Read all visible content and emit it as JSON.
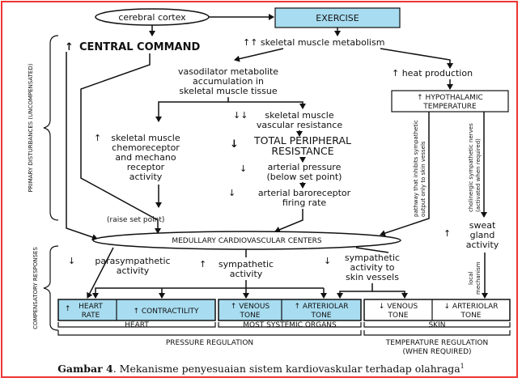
{
  "nodes": {
    "cerebral_cortex": "cerebral cortex",
    "exercise": "EXERCISE",
    "central_command": "CENTRAL COMMAND",
    "central_command_arrow": "↑",
    "skel_metab": "↑↑ skeletal muscle metabolism",
    "vasodilator_1": "vasodilator metabolite",
    "vasodilator_2": "accumulation in",
    "vasodilator_3": "skeletal muscle tissue",
    "heat_production": "↑  heat production",
    "hypothalamic_1": "↑  HYPOTHALAMIC",
    "hypothalamic_2": "TEMPERATURE",
    "chemo_arrow": "↑",
    "chemo_1": "skeletal muscle",
    "chemo_2": "chemoreceptor",
    "chemo_3": "and mechano",
    "chemo_4": "receptor",
    "chemo_5": "activity",
    "svr_arrow": "↓↓",
    "svr_1": "skeletal muscle",
    "svr_2": "vascular resistance",
    "tpr_arrow": "↓",
    "tpr_1": "TOTAL PERIPHERAL",
    "tpr_2": "RESISTANCE",
    "ap_arrow": "↓",
    "ap_1": "arterial pressure",
    "ap_2": "(below set point)",
    "baro_arrow": "↓",
    "baro_1": "arterial baroreceptor",
    "baro_2": "firing rate",
    "raise_set_point": "(raise set point)",
    "sympath_inhibit_1": "pathway that inhibits sympathetic",
    "sympath_inhibit_2": "output only to skin vessels",
    "cholinergic_1": "cholinergic sympathetic nerves",
    "cholinergic_2": "(activated when required)",
    "medullary": "MEDULLARY CARDIOVASCULAR CENTERS",
    "sweat_arrow": "↑",
    "sweat_1": "sweat",
    "sweat_2": "gland",
    "sweat_3": "activity",
    "local_1": "local",
    "local_2": "mechanism",
    "parasym_arrow": "↓",
    "parasym_1": "parasympathetic",
    "parasym_2": "activity",
    "sym_arrow": "↑",
    "sym_1": "sympathetic",
    "sym_2": "activity",
    "symskin_arrow": "↓",
    "symskin_1": "sympathetic",
    "symskin_2": "activity to",
    "symskin_3": "skin vessels"
  },
  "effectors": {
    "heart_rate_arrow": "↑",
    "heart_rate_1": "HEART",
    "heart_rate_2": "RATE",
    "contractility": "↑ CONTRACTILITY",
    "venous_tone_1": "↑ VENOUS",
    "venous_tone_2": "TONE",
    "arteriolar_tone_1": "↑ ARTERIOLAR",
    "arteriolar_tone_2": "TONE",
    "skin_venous_1": "↓ VENOUS",
    "skin_venous_2": "TONE",
    "skin_arteriolar_1": "↓ ARTERIOLAR",
    "skin_arteriolar_2": "TONE"
  },
  "groups": {
    "heart": "HEART",
    "most_systemic": "MOST SYSTEMIC ORGANS",
    "skin": "SKIN",
    "pressure_regulation": "PRESSURE REGULATION",
    "temperature_regulation_1": "TEMPERATURE REGULATION",
    "temperature_regulation_2": "(WHEN REQUIRED)",
    "primary_disturbances": "PRIMARY DISTURBANCES (UNCOMPENSATED)",
    "compensatory": "COMPENSATORY RESPONSES"
  },
  "caption": {
    "label": "Gambar 4",
    "text": ". Mekanisme penyesuaian  sistem kardiovaskular terhadap olahraga",
    "sup": "1"
  },
  "colors": {
    "frame_border": "#ee3333",
    "box_fill": "#a8dcf0"
  }
}
